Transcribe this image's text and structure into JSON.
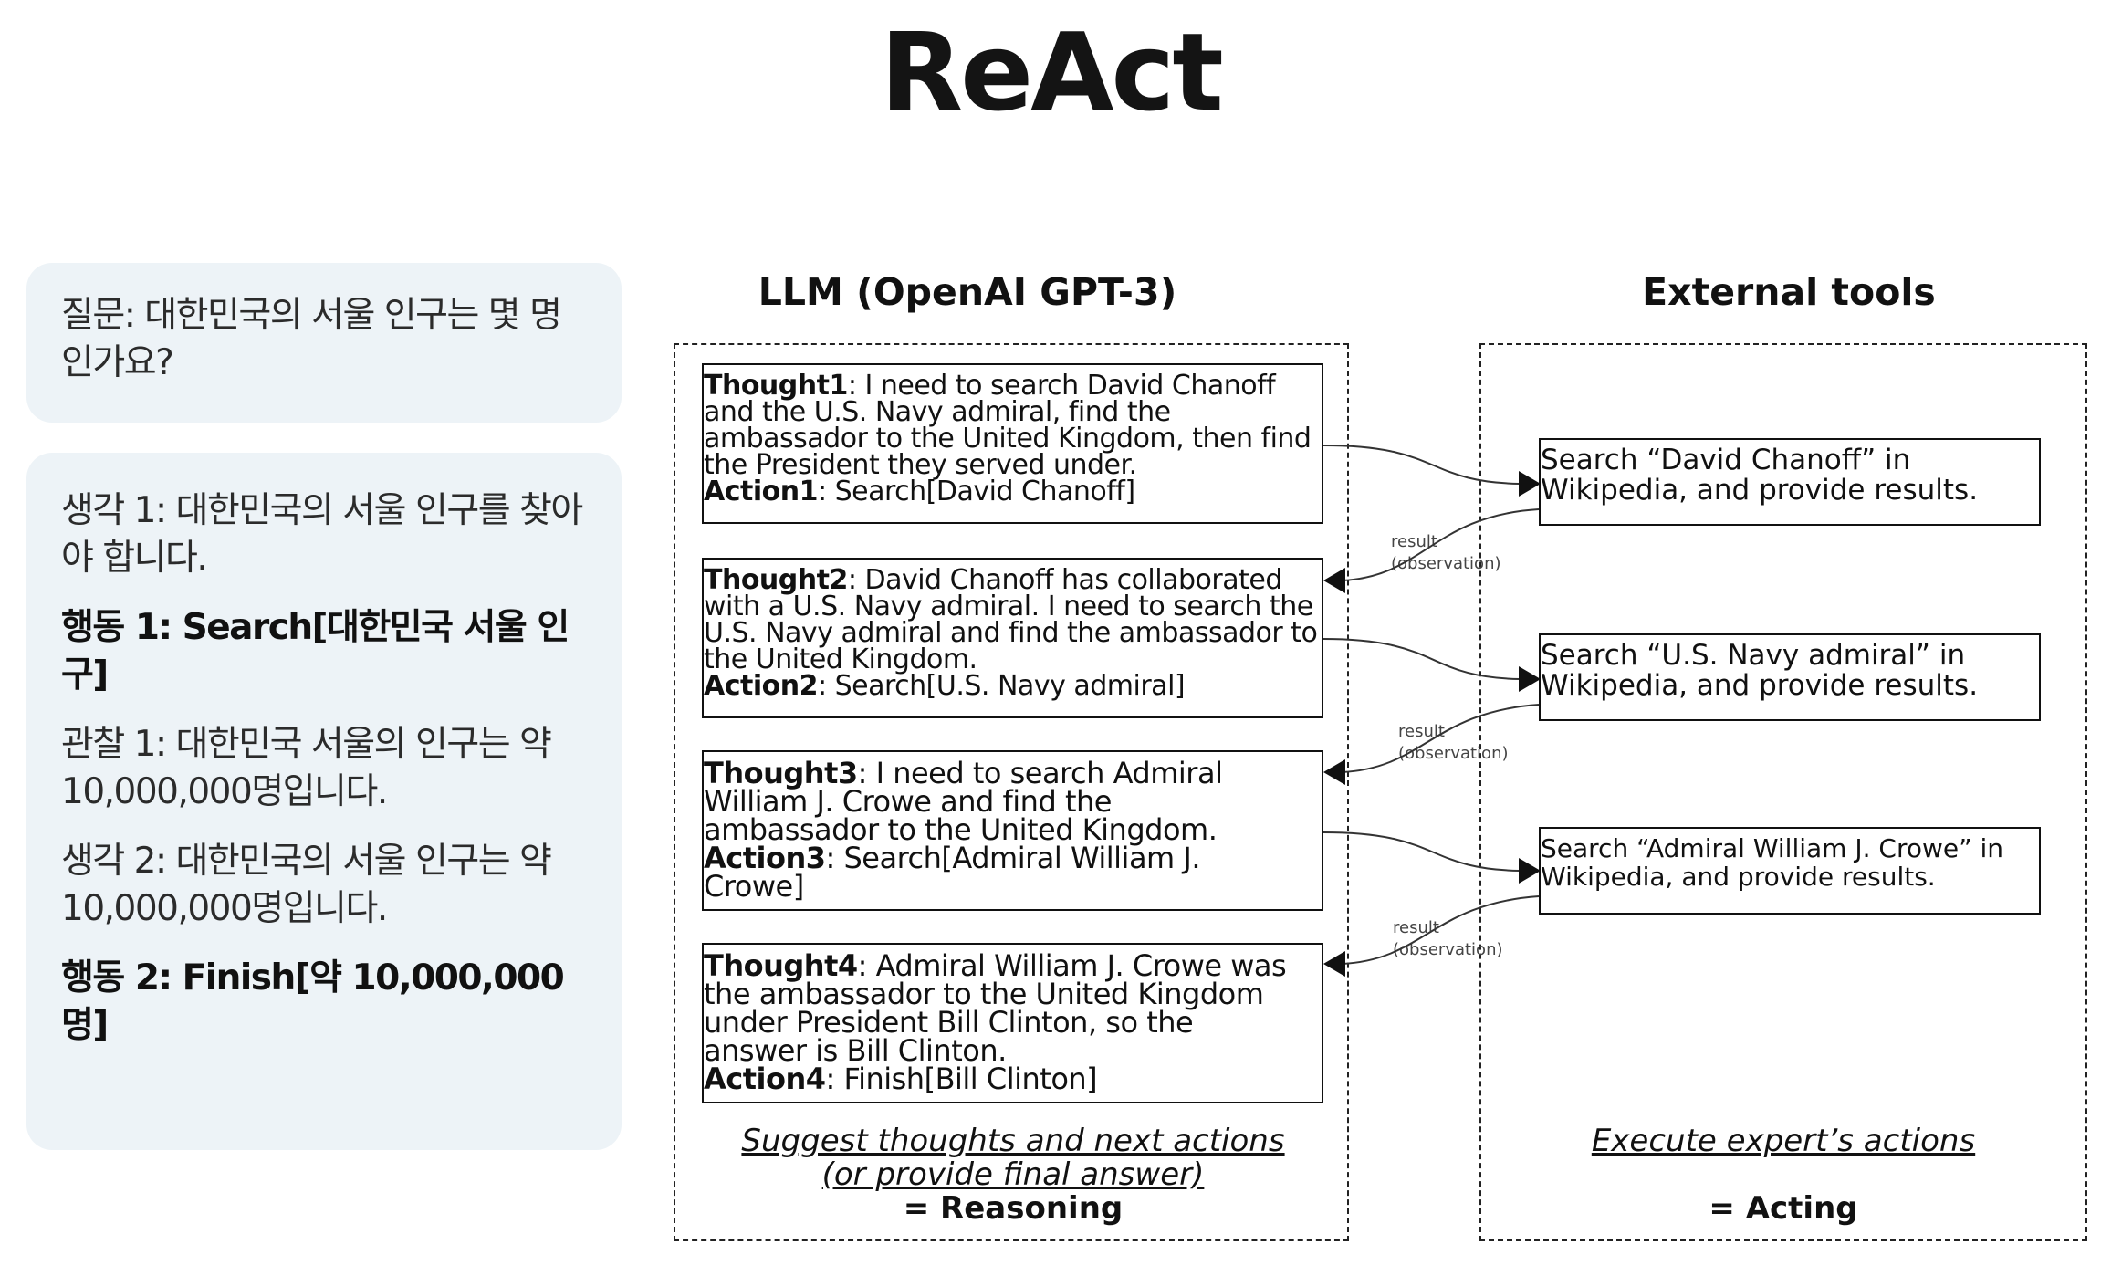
{
  "title": "ReAct",
  "question": "질문: 대한민국의 서울 인구는 몇 명 인가요?",
  "steps": [
    {
      "text": "생각 1: 대한민국의 서울 인구를 찾아야 합니다.",
      "bold": false
    },
    {
      "text": "행동 1: Search[대한민국 서울 인구]",
      "bold": true
    },
    {
      "text": "관찰 1: 대한민국 서울의 인구는 약 10,000,000명입니다.",
      "bold": false
    },
    {
      "text": "생각 2: 대한민국의 서울 인구는 약 10,000,000명입니다.",
      "bold": false
    },
    {
      "text": "행동 2: Finish[약 10,000,000명]",
      "bold": true
    }
  ],
  "diagram": {
    "llm_header": "LLM (OpenAI GPT-3)",
    "tools_header": "External tools",
    "thought_boxes": [
      {
        "thought_label": "Thought1",
        "thought_lines": [
          ": I need to search David Chanoff",
          "and the U.S. Navy admiral, find the",
          "ambassador to the United Kingdom, then find",
          "the President they served under."
        ],
        "action_label": "Action1",
        "action_text": ": Search[David Chanoff]"
      },
      {
        "thought_label": "Thought2",
        "thought_lines": [
          ": David Chanoff has collaborated",
          "with a U.S. Navy admiral. I need to search the",
          "U.S. Navy admiral and find the ambassador to",
          "the United Kingdom."
        ],
        "action_label": "Action2",
        "action_text": ": Search[U.S. Navy admiral]"
      },
      {
        "thought_label": "Thought3",
        "thought_lines": [
          ": I need to search Admiral",
          "William J. Crowe and find the",
          "ambassador to the United Kingdom."
        ],
        "action_label": "Action3",
        "action_text": ": Search[Admiral William J.",
        "action_text_2": "Crowe]"
      },
      {
        "thought_label": "Thought4",
        "thought_lines": [
          ": Admiral William J. Crowe was",
          "the ambassador to the United Kingdom",
          "under President Bill Clinton, so the",
          "answer is Bill Clinton."
        ],
        "action_label": "Action4",
        "action_text": ": Finish[Bill Clinton]"
      }
    ],
    "tool_boxes": [
      {
        "line1": "Search “David Chanoff” in",
        "line2": "Wikipedia, and provide results."
      },
      {
        "line1": "Search “U.S. Navy admiral” in",
        "line2": "Wikipedia, and provide results."
      },
      {
        "line1": "Search “Admiral William J. Crowe” in",
        "line2": "Wikipedia, and provide results."
      }
    ],
    "observation_label_1": "result",
    "observation_label_2": "(observation)",
    "llm_caption_1": "Suggest thoughts and next actions",
    "llm_caption_2": "(or provide final answer)",
    "llm_caption_3": "= Reasoning",
    "tools_caption_1": "Execute expert’s actions",
    "tools_caption_2": "= Acting"
  }
}
